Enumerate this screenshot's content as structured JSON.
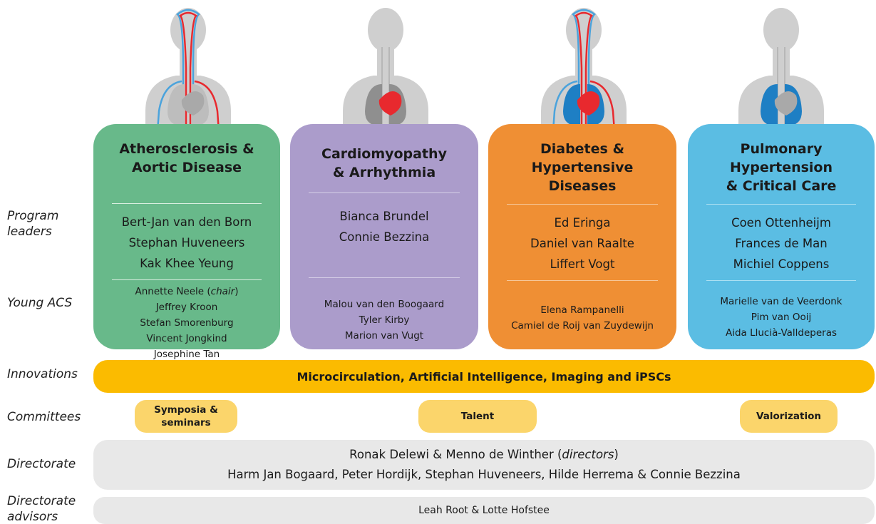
{
  "row_labels": {
    "program_leaders": "Program\nleaders",
    "young_acs": "Young ACS",
    "innovations": "Innovations",
    "committees": "Committees",
    "directorate": "Directorate",
    "directorate_advisors": "Directorate\nadvisors"
  },
  "programs": [
    {
      "title": "Atherosclerosis &\nAortic Disease",
      "color": "#68b98a",
      "highlight": "vessels",
      "leaders": [
        "Bert-Jan van den Born",
        "Stephan Huveneers",
        "Kak Khee Yeung"
      ],
      "young_acs": [
        {
          "name": "Annette Neele ",
          "role": "chair"
        },
        {
          "name": "Jeffrey Kroon"
        },
        {
          "name": "Stefan Smorenburg"
        },
        {
          "name": "Vincent Jongkind"
        },
        {
          "name": "Josephine Tan"
        }
      ]
    },
    {
      "title": "Cardiomyopathy\n& Arrhythmia",
      "color": "#ab9ccb",
      "highlight": "heart",
      "leaders": [
        "Bianca Brundel",
        "Connie Bezzina"
      ],
      "young_acs": [
        {
          "name": "Malou van den Boogaard"
        },
        {
          "name": "Tyler Kirby"
        },
        {
          "name": "Marion van Vugt"
        }
      ]
    },
    {
      "title": "Diabetes &\nHypertensive\nDiseases",
      "color": "#ef8f34",
      "highlight": "all",
      "leaders": [
        "Ed Eringa",
        "Daniel van Raalte",
        "Liffert Vogt"
      ],
      "young_acs": [
        {
          "name": "Elena Rampanelli"
        },
        {
          "name": "Camiel de Roij van Zuydewijn"
        }
      ]
    },
    {
      "title": "Pulmonary\nHypertension\n& Critical Care",
      "color": "#5bbde3",
      "highlight": "lungs",
      "leaders": [
        "Coen Ottenheijm",
        "Frances de Man",
        "Michiel Coppens"
      ],
      "young_acs": [
        {
          "name": "Marielle van de Veerdonk"
        },
        {
          "name": "Pim van Ooij"
        },
        {
          "name": "Aida Llucià-Valldeperas"
        }
      ]
    }
  ],
  "innovations": "Microcirculation, Artificial Intelligence, Imaging and iPSCs",
  "committees": [
    "Symposia &\nseminars",
    "Talent",
    "Valorization"
  ],
  "directorate": {
    "line1_prefix": "Ronak Delewi & Menno de Winther (",
    "line1_role": "directors",
    "line1_suffix": ")",
    "line2": "Harm Jan Bogaard, Peter Hordijk, Stephan Huveneers, Hilde Herrema & Connie Bezzina"
  },
  "directorate_advisors": "Leah Root & Lotte Hofstee",
  "colors": {
    "innovations": "#fbbb00",
    "committee": "#fbd56b",
    "grey_bar": "#e8e8e8",
    "artery": "#e8292e",
    "vein": "#4ba3dc",
    "lung_blue": "#1e7fc4"
  }
}
